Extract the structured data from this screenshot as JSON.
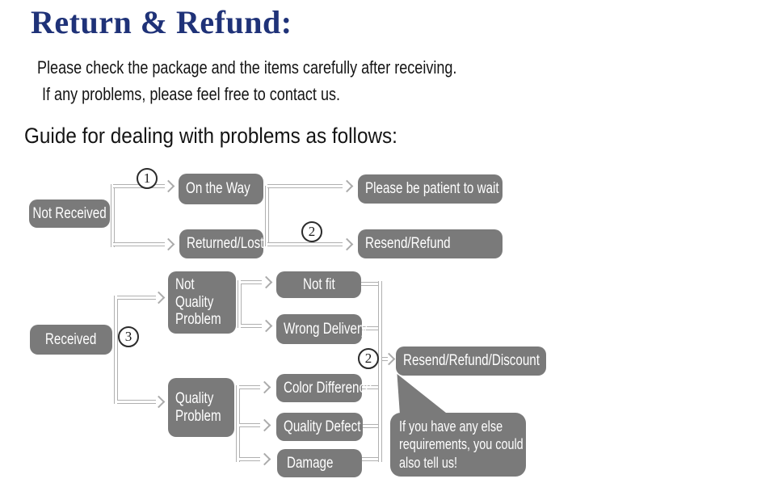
{
  "header": {
    "title": "Return & Refund:",
    "intro_line1": "Please check the package and the items carefully after receiving.",
    "intro_line2": "If any problems, please feel free to contact us.",
    "guide_heading": "Guide for dealing with problems as follows:"
  },
  "flowchart": {
    "nodes": {
      "not_received": "Not Received",
      "on_the_way": "On the Way",
      "returned_lost": "Returned/Lost",
      "please_wait": "Please be patient to wait",
      "resend_refund": "Resend/Refund",
      "received": "Received",
      "not_quality_problem": [
        "Not",
        "Quality",
        "Problem"
      ],
      "not_fit": "Not fit",
      "wrong_delivery": "Wrong Delivery",
      "quality_problem": [
        "Quality",
        "Problem"
      ],
      "color_difference": "Color Difference",
      "quality_defect": "Quality Defect",
      "damage": "Damage",
      "resend_refund_discount": "Resend/Refund/Discount"
    },
    "step_markers": {
      "step1": "1",
      "step2_top": "2",
      "step3": "3",
      "step2_bottom": "2"
    },
    "callout_lines": [
      "If you have any else",
      "requirements, you could",
      "also tell us!"
    ]
  },
  "colors": {
    "title_text": "#1f3278",
    "body_text": "#141414",
    "node_background": "#7a7a7a",
    "node_text": "#ffffff",
    "connector_line": "#b0b0b0",
    "step_circle_border": "#2b2b2b",
    "page_background": "#ffffff"
  }
}
